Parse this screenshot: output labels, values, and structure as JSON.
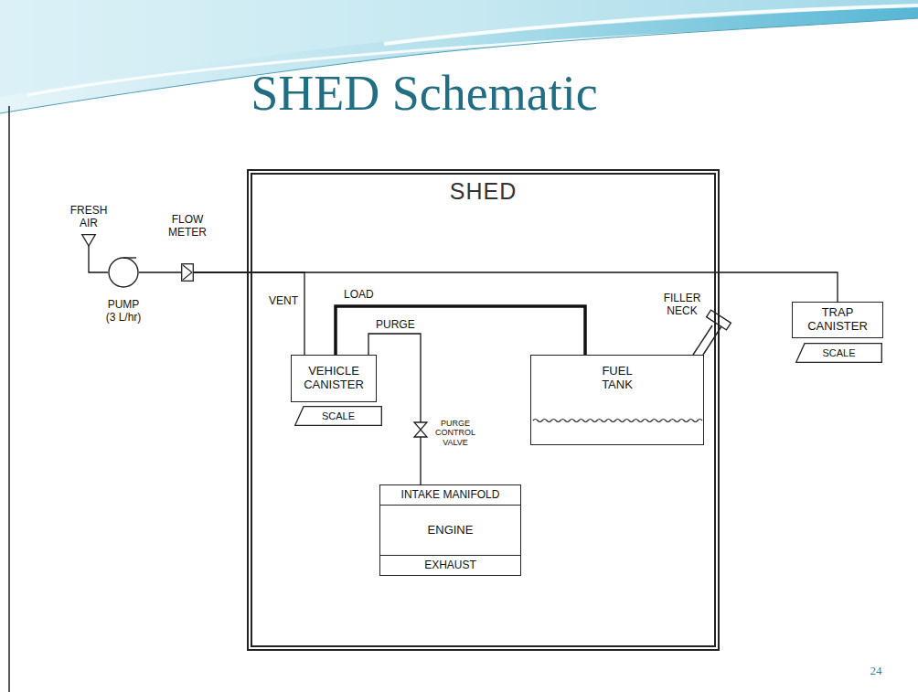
{
  "diagram": {
    "title": "SHED Schematic",
    "nodes": [
      {
        "text": [
          "FRESH AIR"
        ]
      },
      {
        "text": [
          "PUMP (3 L/hr)"
        ]
      },
      {
        "text": [
          "FLOW METER"
        ]
      },
      {
        "text": [
          "SHED"
        ]
      },
      {
        "text": [
          "VEHICLE CANISTER"
        ],
        "in": 3
      },
      {
        "text": [
          "SCALE"
        ],
        "in": 3
      },
      {
        "text": [
          "FUEL TANK"
        ],
        "in": 3
      },
      {
        "text": [
          "INTAKE MANIFOLD",
          "ENGINE",
          "EXHAUST"
        ],
        "in": 3
      },
      {
        "text": [
          "TRAP CANISTER"
        ]
      },
      {
        "text": [
          "SCALE"
        ]
      }
    ],
    "edges": [
      {
        "from": 0,
        "to": 1,
        "arrow": "none"
      },
      {
        "from": 1,
        "to": 2,
        "arrow": "none"
      },
      {
        "from": 2,
        "to": 8,
        "arrow": "none"
      },
      {
        "from": 2,
        "to": 4,
        "label": "VENT",
        "arrow": "none"
      },
      {
        "from": 4,
        "to": 6,
        "label": "LOAD",
        "arrow": "none"
      },
      {
        "from": 4,
        "to": 7,
        "label": "PURGE",
        "arrow": "none"
      }
    ],
    "labels": [
      "PURGE CONTROL VALVE",
      "FILLER NECK",
      "24"
    ]
  }
}
